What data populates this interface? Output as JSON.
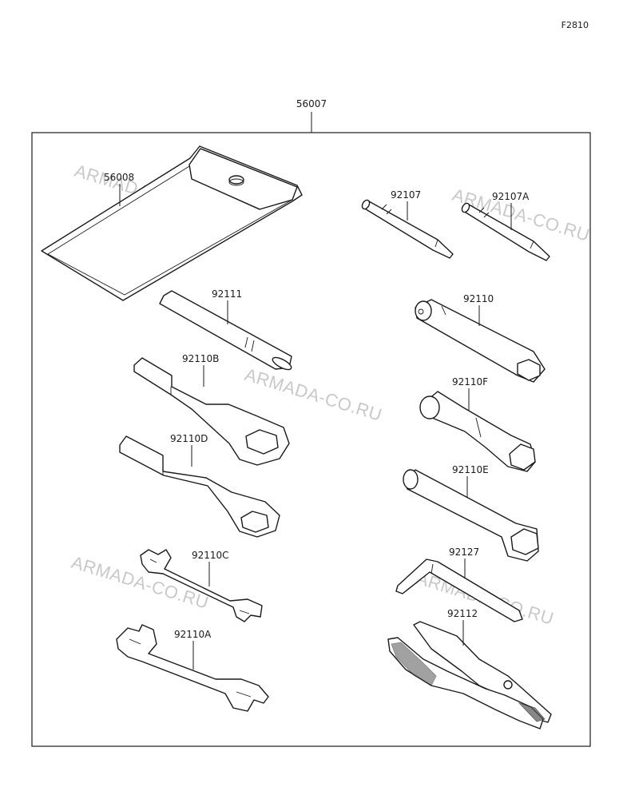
{
  "figure_code": "F2810",
  "assembly_label": "56007",
  "watermark": "ARMADA-CO.RU",
  "parts": [
    {
      "id": "56008"
    },
    {
      "id": "92107"
    },
    {
      "id": "92107A"
    },
    {
      "id": "92111"
    },
    {
      "id": "92110"
    },
    {
      "id": "92110B"
    },
    {
      "id": "92110F"
    },
    {
      "id": "92110D"
    },
    {
      "id": "92110E"
    },
    {
      "id": "92127"
    },
    {
      "id": "92110C"
    },
    {
      "id": "92112"
    },
    {
      "id": "92110A"
    }
  ]
}
